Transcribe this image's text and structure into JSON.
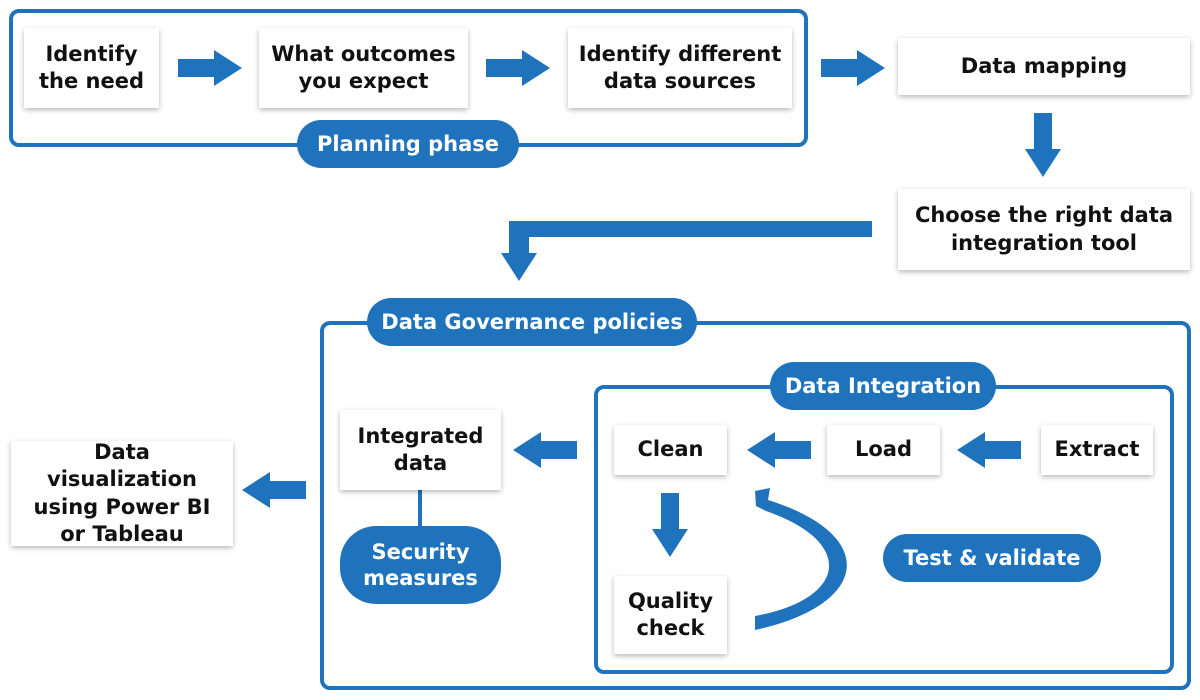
{
  "colors": {
    "accent": "#1f73bd",
    "text": "#111111",
    "background": "#ffffff"
  },
  "planning": {
    "step1": "Identify\nthe need",
    "step2": "What outcomes\nyou expect",
    "step3": "Identify different\ndata sources",
    "label": "Planning phase"
  },
  "mapping": "Data mapping",
  "tool": "Choose the right data\nintegration tool",
  "governance": {
    "label": "Data Governance policies"
  },
  "integration": {
    "label": "Data Integration",
    "extract": "Extract",
    "load": "Load",
    "clean": "Clean",
    "quality": "Quality\ncheck",
    "test": "Test & validate"
  },
  "integrated": "Integrated\ndata",
  "security": "Security\nmeasures",
  "visualization": "Data visualization\nusing Power BI\nor Tableau"
}
